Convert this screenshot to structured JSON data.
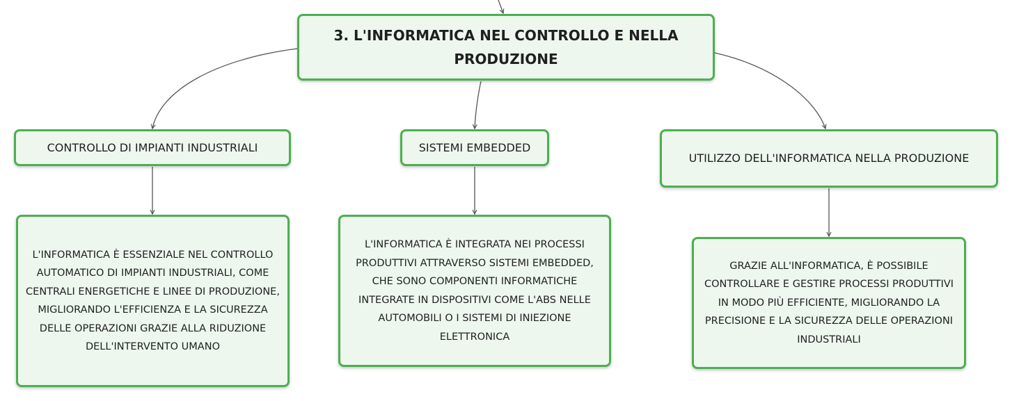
{
  "colors": {
    "node_border": "#4caf50",
    "node_fill": "#edf7ee",
    "connector": "#555555"
  },
  "map": {
    "root": {
      "title": "3. L'INFORMATICA NEL CONTROLLO E NELLA PRODUZIONE"
    },
    "topics": [
      {
        "label": "CONTROLLO DI IMPIANTI INDUSTRIALI",
        "description": "L'INFORMATICA È ESSENZIALE NEL CONTROLLO AUTOMATICO DI IMPIANTI INDUSTRIALI, COME CENTRALI ENERGETICHE E LINEE DI PRODUZIONE, MIGLIORANDO L'EFFICIENZA E LA SICUREZZA DELLE OPERAZIONI GRAZIE ALLA RIDUZIONE DELL'INTERVENTO UMANO"
      },
      {
        "label": "SISTEMI EMBEDDED",
        "description": "L'INFORMATICA È INTEGRATA NEI PROCESSI PRODUTTIVI ATTRAVERSO SISTEMI EMBEDDED, CHE SONO COMPONENTI INFORMATICHE INTEGRATE IN DISPOSITIVI COME L'ABS NELLE AUTOMOBILI O I SISTEMI DI INIEZIONE ELETTRONICA"
      },
      {
        "label": "UTILIZZO DELL'INFORMATICA NELLA PRODUZIONE",
        "description": "GRAZIE ALL'INFORMATICA, È POSSIBILE CONTROLLARE E GESTIRE PROCESSI PRODUTTIVI IN MODO PIÙ EFFICIENTE, MIGLIORANDO LA PRECISIONE E LA SICUREZZA DELLE OPERAZIONI INDUSTRIALI"
      }
    ]
  }
}
